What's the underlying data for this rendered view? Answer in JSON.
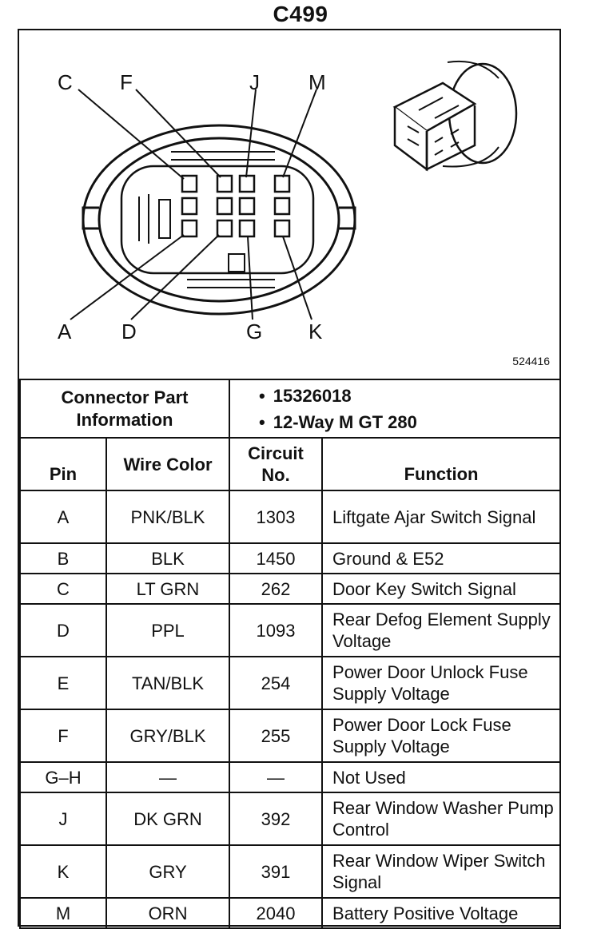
{
  "connector": {
    "title": "C499",
    "drawing_number": "524416",
    "pin_callouts": [
      "C",
      "F",
      "J",
      "M",
      "A",
      "D",
      "G",
      "K"
    ]
  },
  "info": {
    "label": "Connector Part Information",
    "values": [
      "15326018",
      "12-Way M GT 280"
    ]
  },
  "table": {
    "headers": {
      "pin": "Pin",
      "wire": "Wire Color",
      "circuit": "Circuit No.",
      "function": "Function"
    },
    "rows": [
      {
        "pin": "A",
        "wire": "PNK/BLK",
        "circuit": "1303",
        "function": "Liftgate Ajar Switch Signal"
      },
      {
        "pin": "B",
        "wire": "BLK",
        "circuit": "1450",
        "function": "Ground & E52"
      },
      {
        "pin": "C",
        "wire": "LT GRN",
        "circuit": "262",
        "function": "Door Key Switch Signal"
      },
      {
        "pin": "D",
        "wire": "PPL",
        "circuit": "1093",
        "function": "Rear Defog Element Supply Voltage"
      },
      {
        "pin": "E",
        "wire": "TAN/BLK",
        "circuit": "254",
        "function": "Power Door Unlock Fuse Supply Voltage"
      },
      {
        "pin": "F",
        "wire": "GRY/BLK",
        "circuit": "255",
        "function": "Power Door Lock Fuse Supply Voltage"
      },
      {
        "pin": "G–H",
        "wire": "—",
        "circuit": "—",
        "function": "Not Used"
      },
      {
        "pin": "J",
        "wire": "DK GRN",
        "circuit": "392",
        "function": "Rear Window Washer Pump Control"
      },
      {
        "pin": "K",
        "wire": "GRY",
        "circuit": "391",
        "function": "Rear Window Wiper Switch Signal"
      },
      {
        "pin": "M",
        "wire": "ORN",
        "circuit": "2040",
        "function": "Battery Positive Voltage"
      }
    ]
  }
}
